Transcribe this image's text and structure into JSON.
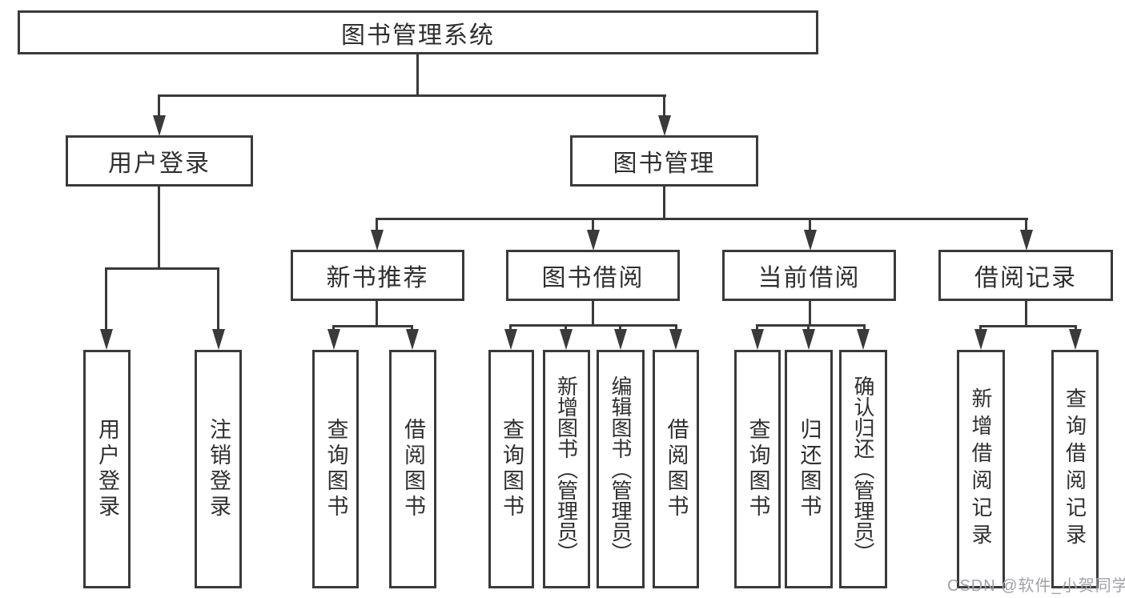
{
  "diagram": {
    "title_node": "图书管理系统",
    "colors": {
      "line": "#3a3a3a",
      "text": "#2f2f2f",
      "watermark_text": "#a2a2a8",
      "background": "#ffffff"
    },
    "nodes": {
      "root": "图书管理系统",
      "user_login": "用户登录",
      "book_management": "图书管理",
      "new_book_recommend": "新书推荐",
      "book_borrow": "图书借阅",
      "current_borrow": "当前借阅",
      "borrow_record": "借阅记录"
    },
    "leaves": {
      "user_login_leaf": "用户登录",
      "logout_leaf": "注销登录",
      "query_book_recommend": "查询图书",
      "borrow_book_recommend": "借阅图书",
      "query_book_borrow": "查询图书",
      "add_book_admin": "新增图书（管理员）",
      "edit_book_admin": "编辑图书（管理员）",
      "borrow_book_borrow": "借阅图书",
      "query_book_current": "查询图书",
      "return_book": "归还图书",
      "confirm_return_admin": "确认归还（管理员）",
      "add_borrow_record": "新增借阅记录",
      "query_borrow_record": "查询借阅记录"
    },
    "hierarchy_note": {
      "root_children": [
        "用户登录",
        "图书管理"
      ],
      "book_management_children": [
        "新书推荐",
        "图书借阅",
        "当前借阅",
        "借阅记录"
      ]
    }
  },
  "watermark": "CSDN @软件_小贺同学"
}
